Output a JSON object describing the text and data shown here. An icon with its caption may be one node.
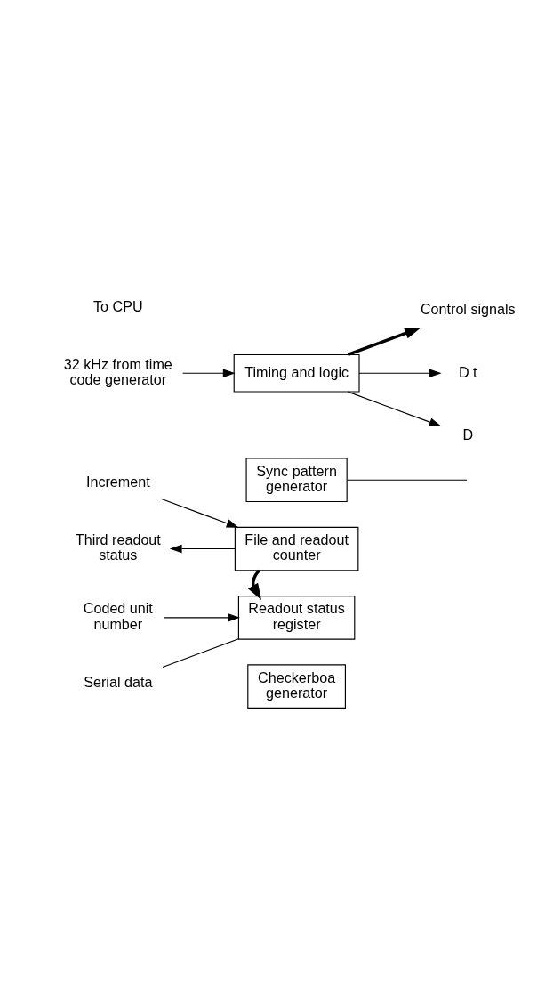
{
  "diagram": {
    "nodes": [
      {
        "text": [
          "32 kHz from time code generator"
        ]
      },
      {
        "text": [
          "Timing and logic"
        ]
      },
      {
        "text": [
          "D t"
        ]
      },
      {
        "text": [
          "D"
        ]
      },
      {
        "text": [
          "Control signals"
        ]
      },
      {
        "text": [
          "Sync pattern generator"
        ]
      },
      {
        "text": [
          "Coded unit number"
        ]
      },
      {
        "text": [
          "Readout status register"
        ]
      },
      {
        "text": [
          "Increment"
        ]
      },
      {
        "text": [
          "File and readout counter"
        ]
      },
      {
        "text": [
          "Third readout status"
        ]
      },
      {
        "text": [
          "Serial data"
        ]
      },
      {
        "text": [
          "Checkerboa generator"
        ]
      }
    ],
    "edges": [
      {
        "from": 0,
        "to": 1,
        "arrow": "to"
      },
      {
        "from": 1,
        "to": 2,
        "arrow": "to"
      },
      {
        "from": 1,
        "to": 3,
        "arrow": "to"
      },
      {
        "from": 1,
        "to": 4,
        "arrow": "to",
        "style": "thick"
      },
      {
        "from": 5,
        "to": null,
        "arrow": "none"
      },
      {
        "from": 6,
        "to": 7,
        "arrow": "to"
      },
      {
        "from": 7,
        "to": 11,
        "arrow": "none"
      },
      {
        "from": 8,
        "to": 9,
        "arrow": "to"
      },
      {
        "from": 9,
        "to": 7,
        "arrow": "to",
        "style": "thick"
      },
      {
        "from": 9,
        "to": 10,
        "arrow": "to"
      }
    ],
    "labels": [
      "To CPU"
    ]
  }
}
